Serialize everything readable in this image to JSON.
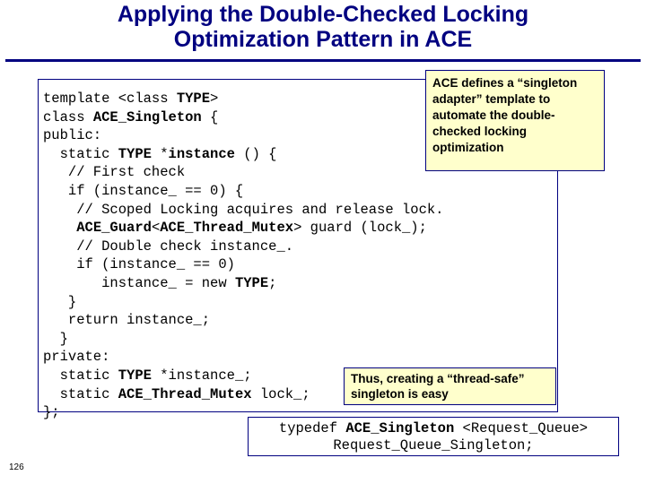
{
  "slide": {
    "title_line1": "Applying the Double-Checked Locking",
    "title_line2": "Optimization Pattern in ACE",
    "page_number": "126",
    "accent_color": "#000080",
    "callout_fill": "#ffffcc"
  },
  "code_box": {
    "lines": [
      "template <class TYPE>",
      "class ACE_Singleton {",
      "public:",
      "  static TYPE *instance () {",
      "   // First check",
      "   if (instance_ == 0) {",
      "    // Scoped Locking acquires and release lock.",
      "    ACE_Guard<ACE_Thread_Mutex> guard (lock_);",
      "    // Double check instance_.",
      "    if (instance_ == 0)",
      "       instance_ = new TYPE;",
      "   }",
      "   return instance_;",
      "  }",
      "private:",
      "  static TYPE *instance_;",
      "  static ACE_Thread_Mutex lock_;",
      "};"
    ]
  },
  "callout_top": {
    "text": "ACE defines a “singleton adapter” template to automate the double-checked locking optimization"
  },
  "callout_mid": {
    "text": "Thus, creating a “thread-safe” singleton is easy"
  },
  "typedef_box": {
    "line1": "typedef ACE_Singleton <Request_Queue>",
    "line2": "Request_Queue_Singleton;"
  }
}
